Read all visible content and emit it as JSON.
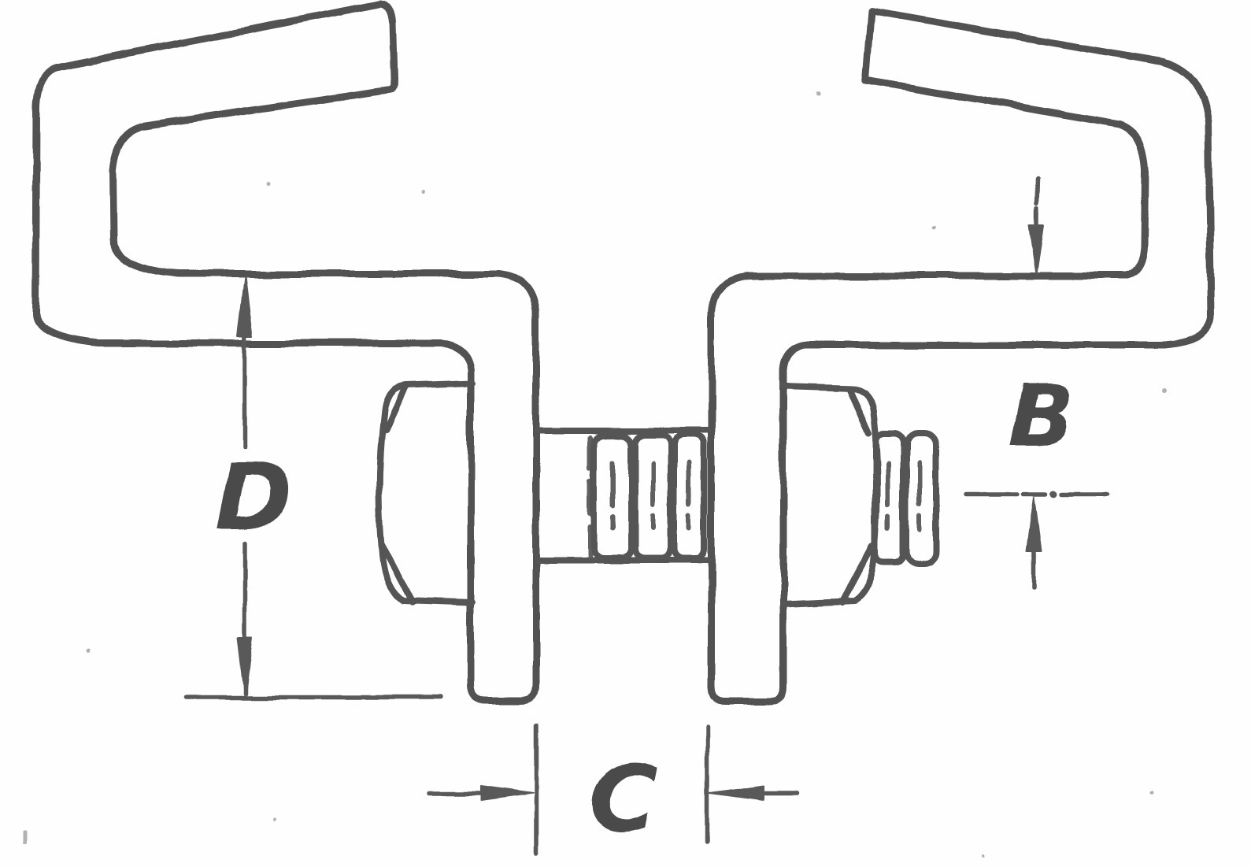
{
  "figure": {
    "background_color": "#fefefe",
    "ink_color": "#454545",
    "label_color": "#3c3c3c",
    "dimensions": {
      "d_label": "D",
      "c_label": "C",
      "b_label": "B"
    }
  }
}
